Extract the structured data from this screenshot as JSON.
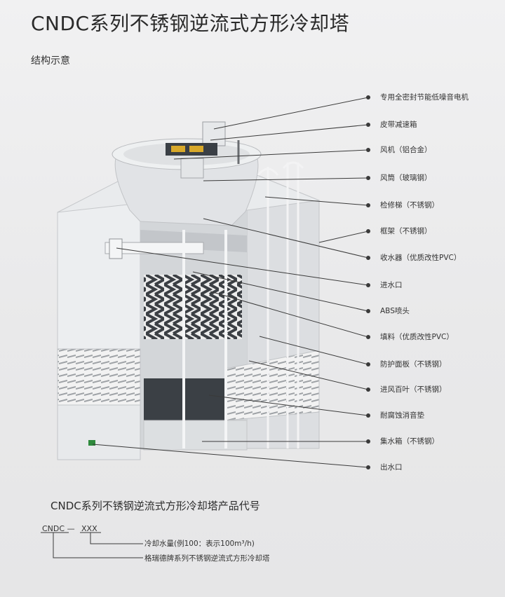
{
  "title": "CNDC系列不锈钢逆流式方形冷却塔",
  "subtitle": "结构示意",
  "labels": [
    "专用全密封节能低噪音电机",
    "皮带减速箱",
    "风机（铝合金）",
    "风筒（玻璃钢）",
    "检修梯（不锈钢）",
    "框架（不锈钢）",
    "收水器（优质改性PVC）",
    "进水口",
    "ABS喷头",
    "填料（优质改性PVC）",
    "防护面板（不锈钢）",
    "进风百叶（不锈钢）",
    "耐腐蚀消音垫",
    "集水箱（不锈钢）",
    "出水口"
  ],
  "code": {
    "title": "CNDC系列不锈钢逆流式方形冷却塔产品代号",
    "prefix": "CNDC",
    "dash": "—",
    "suffix": "XXX",
    "desc_flow": "冷却水量(例100：表示100m³/h)",
    "desc_brand": "格瑞德牌系列不锈钢逆流式方形冷却塔"
  },
  "colors": {
    "line": "#3a3a3a",
    "panel": "#e4e5e7",
    "shadow": "#c9cbce",
    "fill_dark": "#3c4146"
  }
}
